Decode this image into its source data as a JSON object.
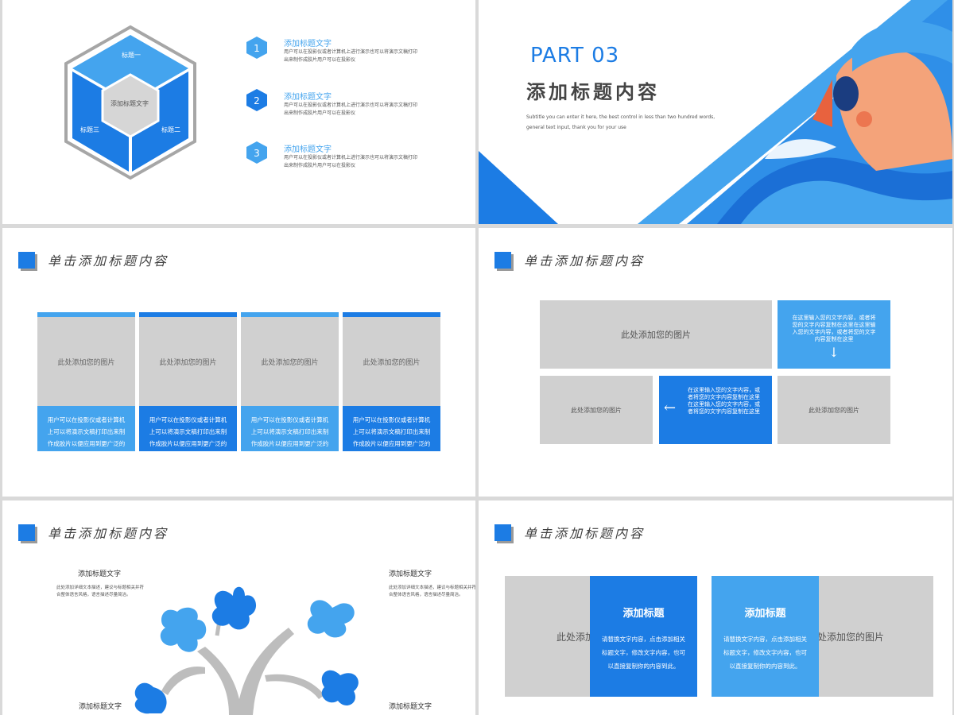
{
  "slide1": {
    "hex_top": "标题一",
    "hex_left": "标题三",
    "hex_right": "标题二",
    "hex_center": "添加标题文字",
    "steps": [
      {
        "num": "1",
        "title": "添加标题文字",
        "desc": "用户可以在投影仪或者计算机上进行演示也可以将演示文稿打印出来制作成胶片用户可以在投影仪"
      },
      {
        "num": "2",
        "title": "添加标题文字",
        "desc": "用户可以在投影仪或者计算机上进行演示也可以将演示文稿打印出来制作成胶片用户可以在投影仪"
      },
      {
        "num": "3",
        "title": "添加标题文字",
        "desc": "用户可以在投影仪或者计算机上进行演示也可以将演示文稿打印出来制作成胶片用户可以在投影仪"
      }
    ],
    "colors": {
      "blue": "#1c7ce4",
      "light_blue": "#44a4ee",
      "gray": "#a6a6a6"
    }
  },
  "slide2": {
    "part": "PART 03",
    "title": "添加标题内容",
    "subtitle": "Subtitle you can enter it here, the best control in less than two hundred words, general text input, thank you for your use"
  },
  "slide3": {
    "title": "单击添加标题内容",
    "columns": [
      {
        "image": "此处添加您的图片",
        "text": "用户可以在投影仪或者计算机上可以将演示文稿打印出来制作成胶片以便应用到更广泛的领域中",
        "color": "#44a4ee"
      },
      {
        "image": "此处添加您的图片",
        "text": "用户可以在投影仪或者计算机上可以将演示文稿打印出来制作成胶片以便应用到更广泛的领域中",
        "color": "#1c7ce4"
      },
      {
        "image": "此处添加您的图片",
        "text": "用户可以在投影仪或者计算机上可以将演示文稿打印出来制作成胶片以便应用到更广泛的领域中",
        "color": "#44a4ee"
      },
      {
        "image": "此处添加您的图片",
        "text": "用户可以在投影仪或者计算机上可以将演示文稿打印出来制作成胶片以便应用到更广泛的领域中",
        "color": "#1c7ce4"
      }
    ]
  },
  "slide4": {
    "title": "单击添加标题内容",
    "big_image": "此处添加您的图片",
    "box1": "在这里输入您的文字内容，或者将您的文字内容复制在这里在这里输入您的文字内容，或者将您的文字内容复制在这里",
    "box2": "在这里输入您的文字内容，或者将您的文字内容复制在这里在这里输入您的文字内容，或者将您的文字内容复制在这里",
    "image_left": "此处添加您的图片",
    "image_right": "此处添加您的图片"
  },
  "slide5": {
    "title": "单击添加标题内容",
    "label_tl": "添加标题文字",
    "label_tr": "添加标题文字",
    "label_bl": "添加标题文字",
    "label_br": "添加标题文字",
    "desc_tl": "此处添加详细文本描述，建议与标题相关并符合整体语言风格，语言描述尽量简洁。",
    "desc_tr": "此处添加详细文本描述，建议与标题相关并符合整体语言风格，语言描述尽量简洁。"
  },
  "slide6": {
    "title": "单击添加标题内容",
    "image_left": "此处添加您的图片",
    "image_right": "此处添加您的图片",
    "cards": [
      {
        "title": "添加标题",
        "desc": "请替换文字内容，点击添加相关标题文字，修改文字内容，也可以直接复制你的内容到此。",
        "color": "#1c7ce4"
      },
      {
        "title": "添加标题",
        "desc": "请替换文字内容，点击添加相关标题文字，修改文字内容，也可以直接复制你的内容到此。",
        "color": "#44a4ee"
      }
    ]
  }
}
